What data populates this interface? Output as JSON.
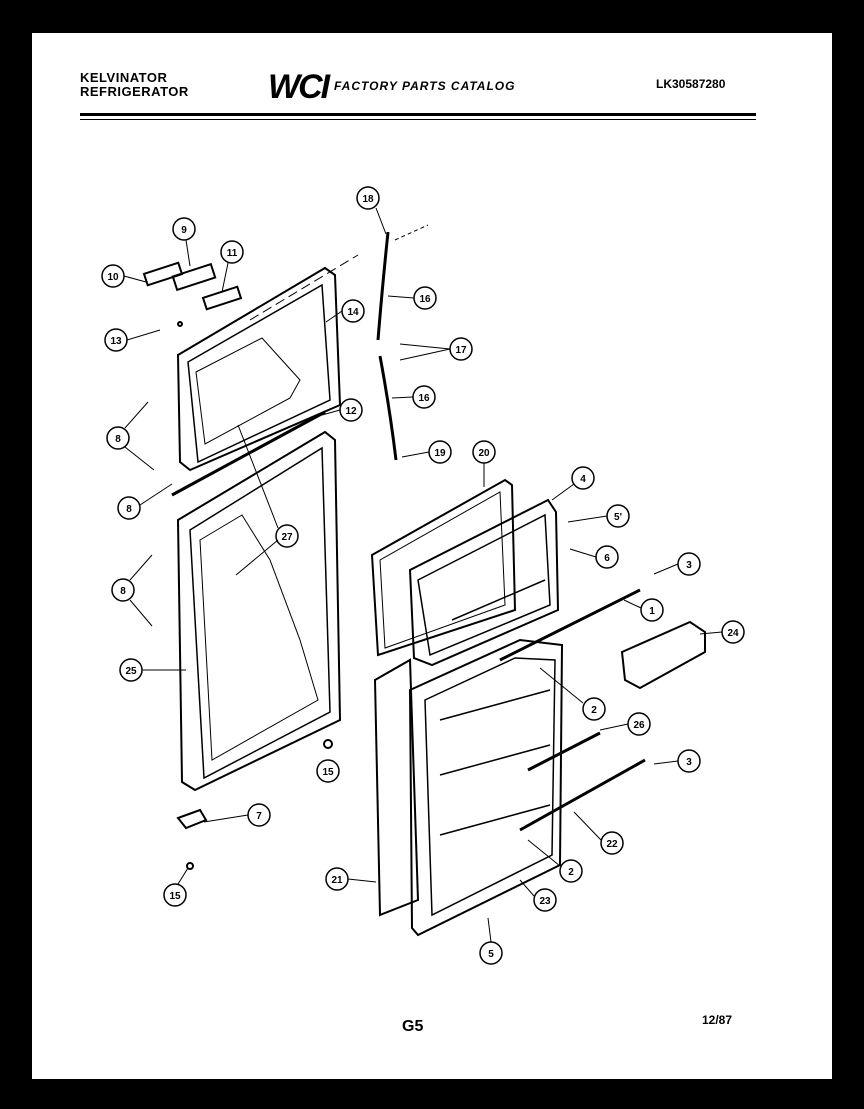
{
  "header": {
    "brand_line1": "KELVINATOR",
    "brand_line2": "REFRIGERATOR",
    "logo": "WCI",
    "catalog_title": "FACTORY PARTS CATALOG",
    "catalog_number": "LK30587280"
  },
  "footer": {
    "page": "G5",
    "date": "12/87"
  },
  "callouts": [
    {
      "id": "c10",
      "label": "10"
    },
    {
      "id": "c9",
      "label": "9"
    },
    {
      "id": "c11",
      "label": "11"
    },
    {
      "id": "c13",
      "label": "13"
    },
    {
      "id": "c14",
      "label": "14"
    },
    {
      "id": "c8a",
      "label": "8"
    },
    {
      "id": "c12",
      "label": "12"
    },
    {
      "id": "c8b",
      "label": "8"
    },
    {
      "id": "c27",
      "label": "27"
    },
    {
      "id": "c8c",
      "label": "8"
    },
    {
      "id": "c25",
      "label": "25"
    },
    {
      "id": "c15a",
      "label": "15"
    },
    {
      "id": "c7",
      "label": "7"
    },
    {
      "id": "c15b",
      "label": "15"
    },
    {
      "id": "c18",
      "label": "18"
    },
    {
      "id": "c16a",
      "label": "16"
    },
    {
      "id": "c17",
      "label": "17"
    },
    {
      "id": "c16b",
      "label": "16"
    },
    {
      "id": "c19",
      "label": "19"
    },
    {
      "id": "c20",
      "label": "20"
    },
    {
      "id": "c4",
      "label": "4"
    },
    {
      "id": "c5a",
      "label": "5'"
    },
    {
      "id": "c6",
      "label": "6"
    },
    {
      "id": "c3a",
      "label": "3"
    },
    {
      "id": "c1",
      "label": "1"
    },
    {
      "id": "c24",
      "label": "24"
    },
    {
      "id": "c2a",
      "label": "2"
    },
    {
      "id": "c26",
      "label": "26"
    },
    {
      "id": "c3b",
      "label": "3"
    },
    {
      "id": "c22",
      "label": "22"
    },
    {
      "id": "c2b",
      "label": "2"
    },
    {
      "id": "c21",
      "label": "21"
    },
    {
      "id": "c23",
      "label": "23"
    },
    {
      "id": "c5b",
      "label": "5"
    }
  ]
}
